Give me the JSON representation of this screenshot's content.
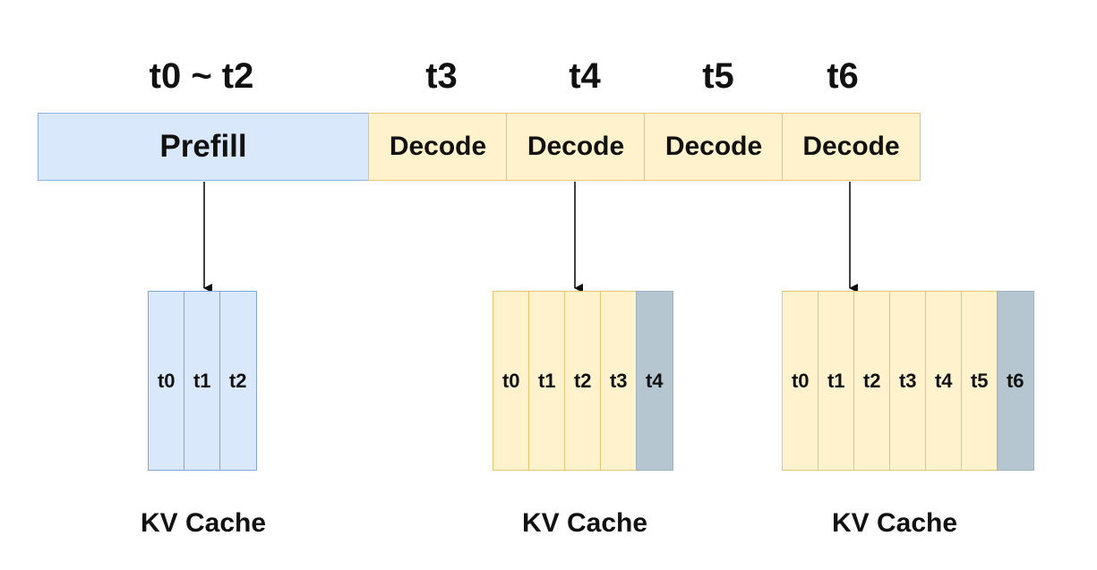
{
  "timeline": {
    "labels": [
      "t0 ~ t2",
      "t3",
      "t4",
      "t5",
      "t6"
    ],
    "phases": [
      {
        "label": "Prefill",
        "kind": "prefill"
      },
      {
        "label": "Decode",
        "kind": "decode"
      },
      {
        "label": "Decode",
        "kind": "decode"
      },
      {
        "label": "Decode",
        "kind": "decode"
      },
      {
        "label": "Decode",
        "kind": "decode"
      }
    ]
  },
  "caches": [
    {
      "label": "KV Cache",
      "tokens": [
        "t0",
        "t1",
        "t2"
      ],
      "newest_highlighted": false
    },
    {
      "label": "KV Cache",
      "tokens": [
        "t0",
        "t1",
        "t2",
        "t3",
        "t4"
      ],
      "newest_highlighted": true
    },
    {
      "label": "KV Cache",
      "tokens": [
        "t0",
        "t1",
        "t2",
        "t3",
        "t4",
        "t5",
        "t6"
      ],
      "newest_highlighted": true
    }
  ],
  "colors": {
    "prefill_fill": "#dae8fc",
    "decode_fill": "#fff2cc",
    "new_token_fill": "#b6c6d0",
    "arrow": "#111111"
  }
}
